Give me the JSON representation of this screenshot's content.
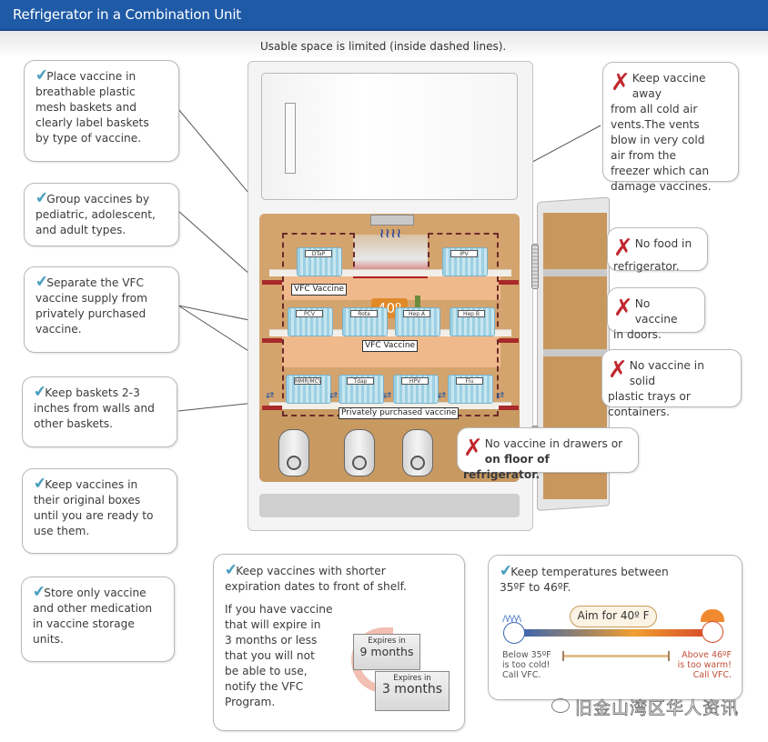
{
  "header": {
    "title": "Refrigerator in a Combination Unit"
  },
  "subtitle": "Usable space is limited (inside dashed lines).",
  "do_notes": [
    {
      "icon": "check-icon",
      "text": "Place vaccine in\nbreathable plastic\nmesh baskets and\nclearly label baskets\nby type of vaccine."
    },
    {
      "icon": "check-icon",
      "text": "Group vaccines by\npediatric, adolescent,\nand adult types."
    },
    {
      "icon": "check-icon",
      "text": "Separate the VFC\nvaccine supply from\nprivately purchased\nvaccine."
    },
    {
      "icon": "check-icon",
      "text": "Keep baskets 2-3\ninches from walls and\nother baskets."
    },
    {
      "icon": "check-icon",
      "text": "Keep vaccines in\ntheir original boxes\nuntil you are ready to\nuse them."
    },
    {
      "icon": "check-icon",
      "text": "Store only vaccine\nand other medication\nin vaccine storage\nunits."
    }
  ],
  "dont_notes": [
    {
      "icon": "x-icon",
      "text": "Keep vaccine away\nfrom all cold air\nvents.The vents\nblow in very cold\nair from the\nfreezer which can\ndamage vaccines."
    },
    {
      "icon": "x-icon",
      "text": "No food in\nrefrigerator."
    },
    {
      "icon": "x-icon",
      "text": "No vaccine\nin doors."
    },
    {
      "icon": "x-icon",
      "text": "No vaccine in solid\nplastic trays or\ncontainers."
    },
    {
      "icon": "x-icon",
      "text": "No vaccine in drawers or",
      "bold_text": "on floor of refrigerator."
    }
  ],
  "fridge": {
    "temperature_badge": "40º",
    "top_baskets": [
      "DTaP",
      "IPV"
    ],
    "middle_baskets": [
      "PCV",
      "Rota",
      "Hep A",
      "Hep B"
    ],
    "bottom_baskets": [
      "MMR/MCV",
      "Tdap",
      "HPV",
      "Flu"
    ],
    "vfc_tag_top": "VFC Vaccine",
    "vfc_tag_middle": "VFC Vaccine",
    "private_tag": "Privately purchased vaccine"
  },
  "expiration_note": {
    "headline": "Keep vaccines with shorter\nexpiration dates to front of shelf.",
    "body": "If you have vaccine\nthat will expire in\n3 months or less\nthat you will not\nbe able to use,\nnotify the VFC\nProgram.",
    "back_box": {
      "small": "Expires in",
      "big": "9 months"
    },
    "front_box": {
      "small": "Expires in",
      "big": "3 months"
    }
  },
  "temperature_note": {
    "headline": "Keep temperatures between\n35ºF to 46ºF.",
    "aim": "Aim for 40º F",
    "cold_label": "Below 35ºF\nis too cold!\nCall VFC.",
    "hot_label": "Above 46ºF\nis too warm!\nCall VFC.",
    "range_min_f": 35,
    "range_max_f": 46,
    "target_f": 40,
    "cold_color": "#3b66ae",
    "hot_color": "#d8482a"
  },
  "watermark": "旧金山湾区华人资讯",
  "colors": {
    "header": "#1f5aa6",
    "check": "#4a9fc0",
    "x": "#c0272d"
  }
}
